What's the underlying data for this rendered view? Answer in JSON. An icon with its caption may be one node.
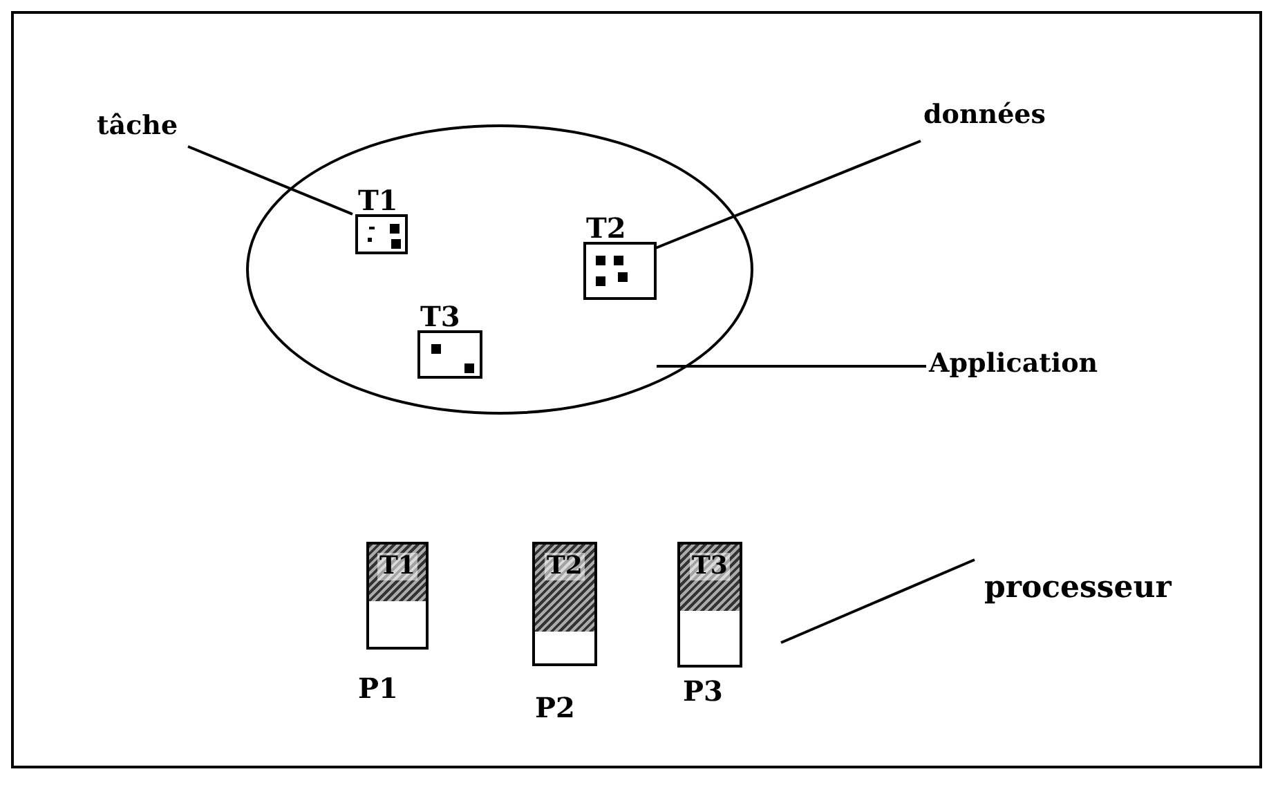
{
  "diagram": {
    "nodes": [
      {
        "text": [
          "tâche"
        ]
      },
      {
        "text": [
          "données"
        ]
      },
      {
        "text": [],
        "shape": "ellipse"
      },
      {
        "text": [
          "T1"
        ],
        "in": 2
      },
      {
        "text": [
          "T2"
        ],
        "in": 2
      },
      {
        "text": [
          "T3"
        ],
        "in": 2
      },
      {
        "text": [
          "Application"
        ]
      },
      {
        "text": [
          "T1"
        ],
        "beside": [
          "P1"
        ]
      },
      {
        "text": [
          "T2"
        ],
        "beside": [
          "P2"
        ]
      },
      {
        "text": [
          "T3"
        ],
        "beside": [
          "P3"
        ]
      },
      {
        "text": [
          "processeur"
        ]
      }
    ],
    "edges": [
      {
        "from": 0,
        "to": 3,
        "arrow": "none"
      },
      {
        "from": 1,
        "to": 4,
        "arrow": "none"
      },
      {
        "from": 6,
        "to": 2,
        "arrow": "none"
      },
      {
        "from": 10,
        "to": 9,
        "arrow": "none"
      }
    ]
  }
}
